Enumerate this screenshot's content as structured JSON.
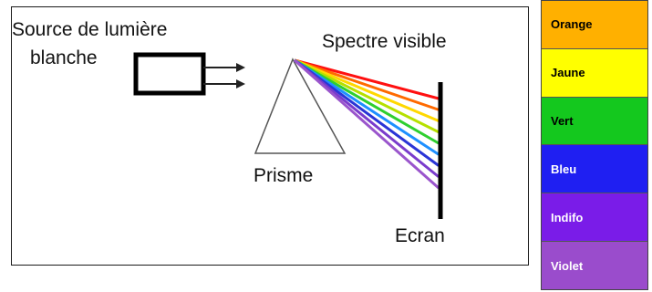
{
  "diagram": {
    "source_label_line1": "Source de lumière",
    "source_label_line2": "blanche",
    "spectrum_label": "Spectre visible",
    "prism_label": "Prisme",
    "screen_label": "Ecran",
    "ray_colors": [
      "#ff1010",
      "#ff6a00",
      "#ffd800",
      "#b6e000",
      "#2fcf2f",
      "#1e90ff",
      "#2a35d6",
      "#7a3ccc",
      "#9a55cc"
    ]
  },
  "legend": {
    "items": [
      {
        "label": "Orange",
        "color": "#ffb000",
        "text_color": "#000000"
      },
      {
        "label": "Jaune",
        "color": "#ffff00",
        "text_color": "#000000"
      },
      {
        "label": "Vert",
        "color": "#14c81e",
        "text_color": "#000000"
      },
      {
        "label": "Bleu",
        "color": "#1f1ff2",
        "text_color": "#ffffff"
      },
      {
        "label": "Indifo",
        "color": "#7a1ce8",
        "text_color": "#ffffff"
      },
      {
        "label": "Violet",
        "color": "#9a4ccc",
        "text_color": "#ffffff"
      }
    ]
  }
}
